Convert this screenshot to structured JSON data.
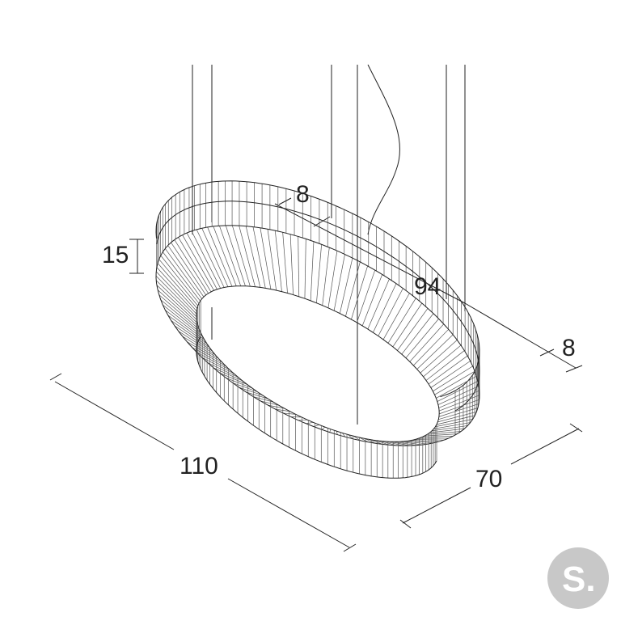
{
  "dimensions": {
    "depth_top": "8",
    "height": "15",
    "inner_diameter": "94",
    "depth_right": "8",
    "length": "110",
    "width": "70"
  },
  "logo": {
    "text": "S."
  },
  "colors": {
    "line": "#222222",
    "hatch": "#555555",
    "logo_bg": "#c8c8c8"
  }
}
